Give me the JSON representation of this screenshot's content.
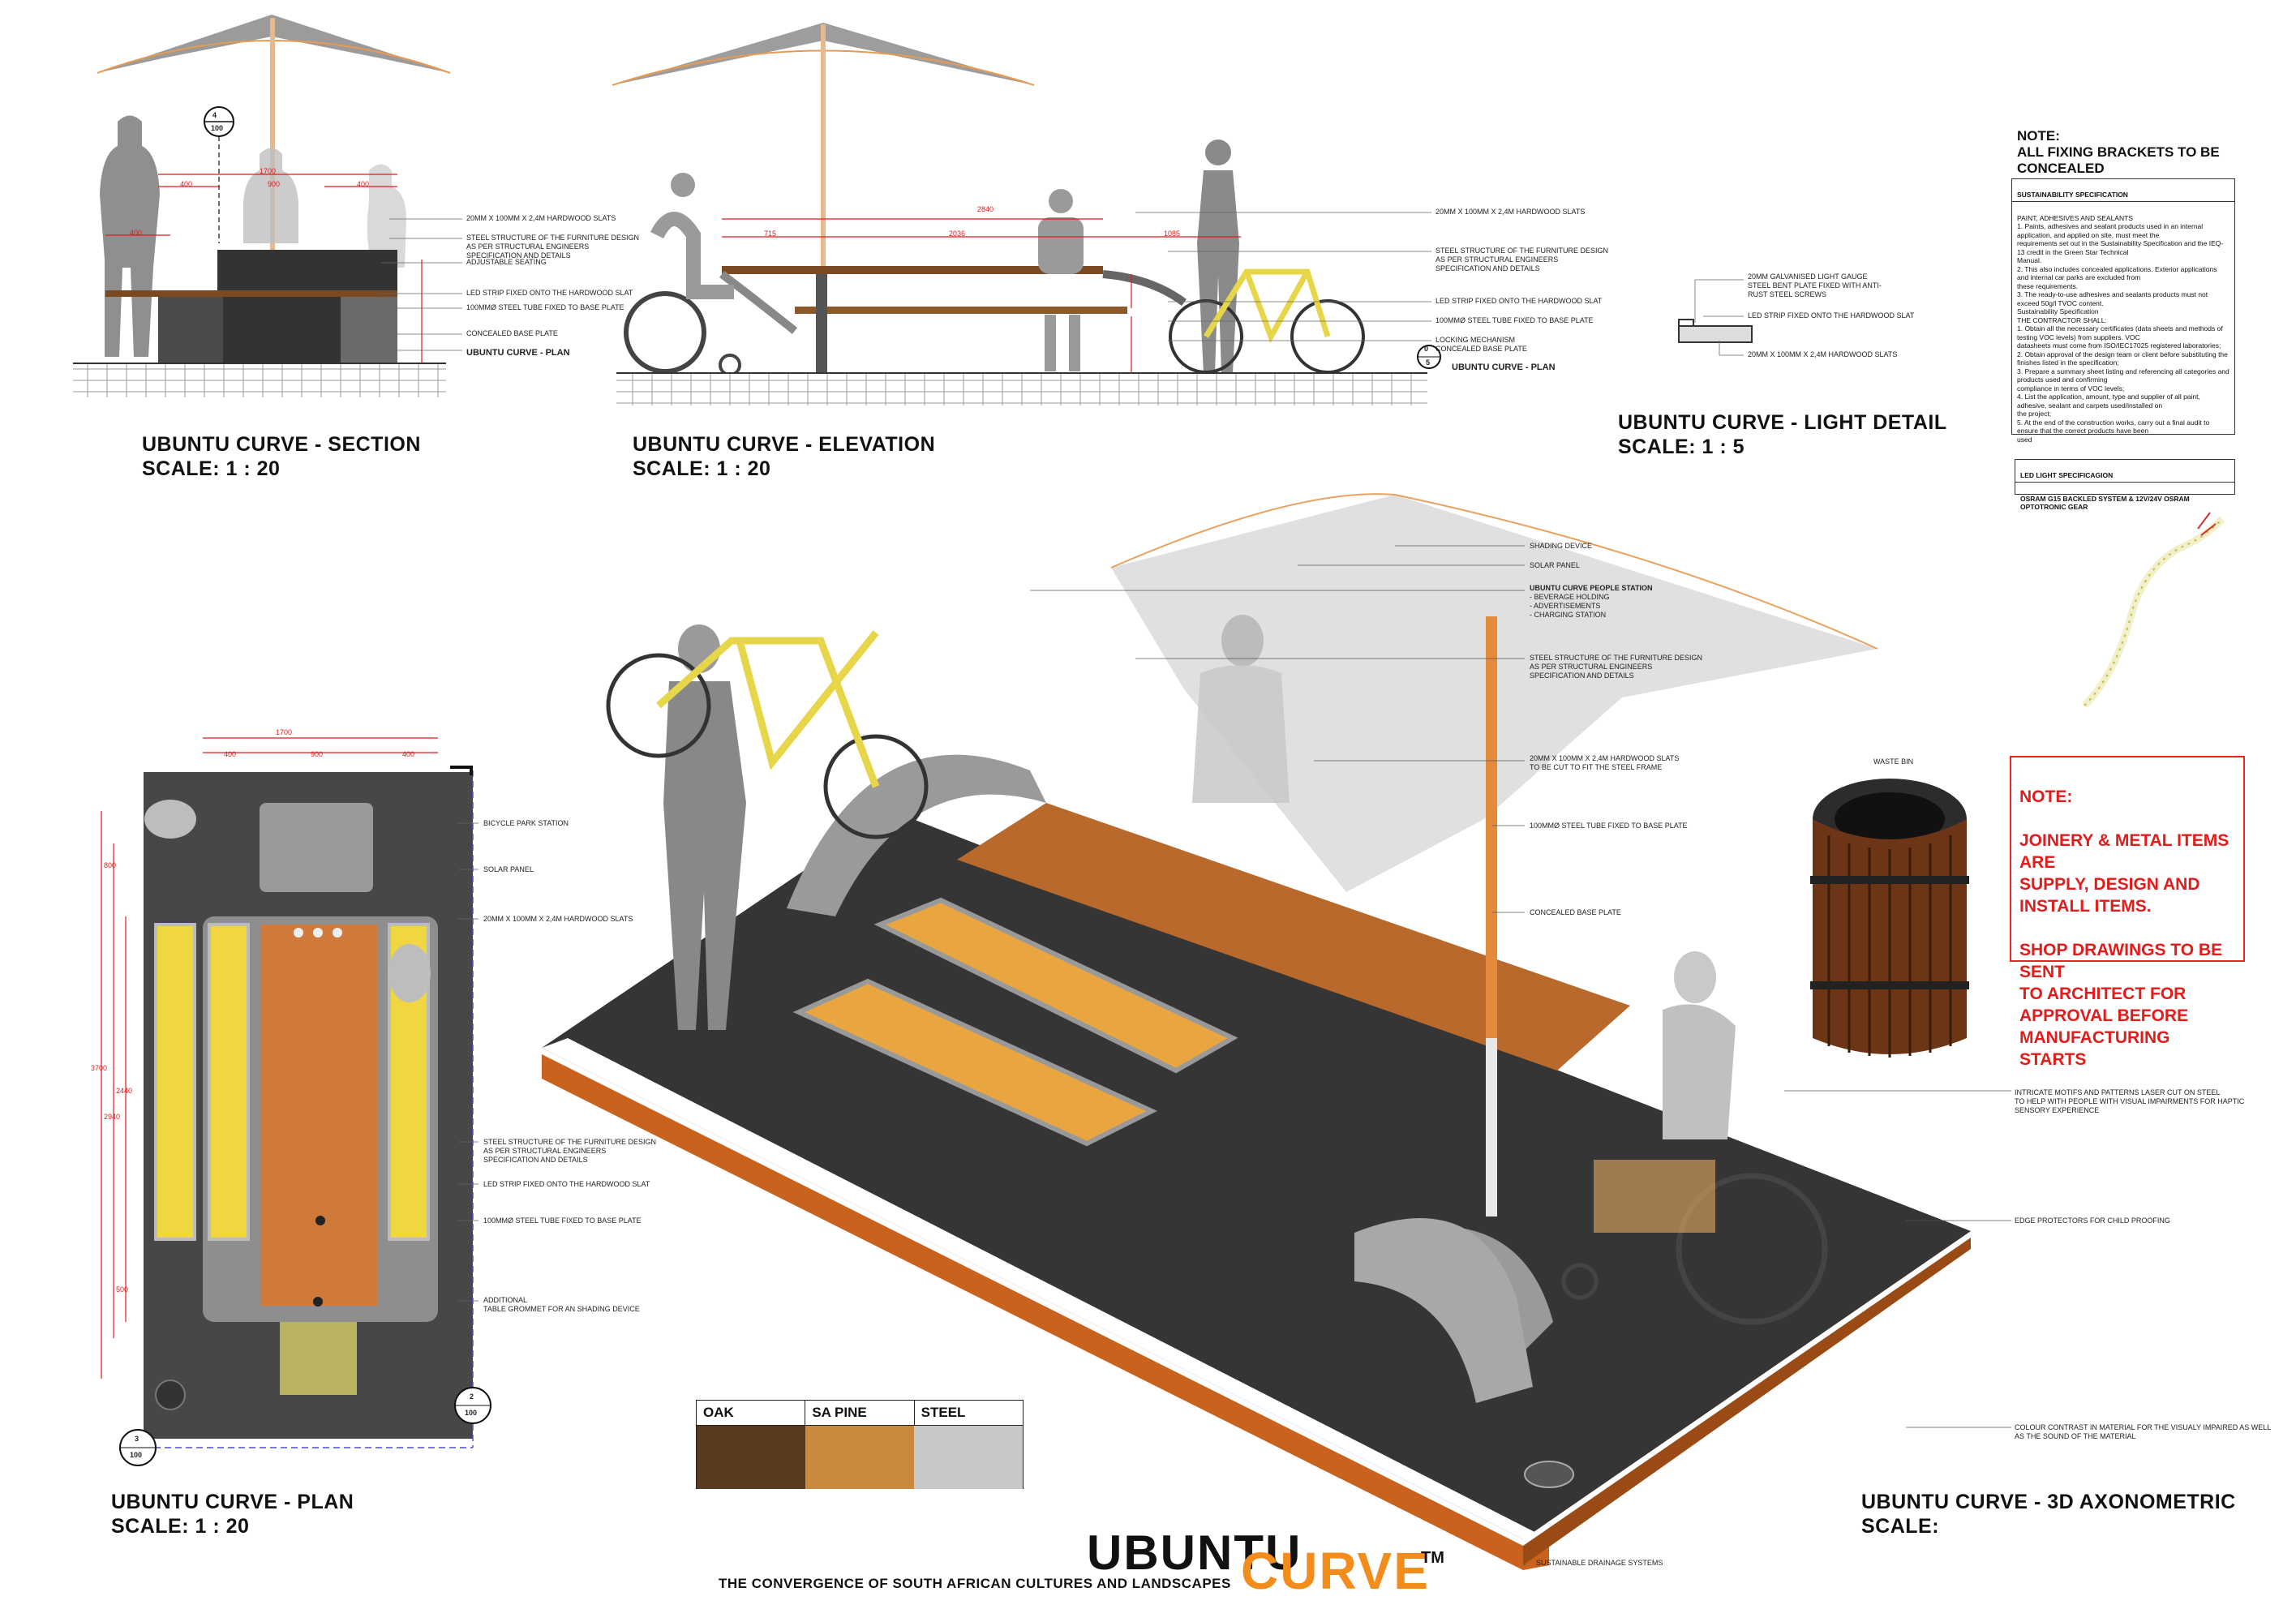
{
  "views": {
    "section": {
      "title": "UBUNTU CURVE - SECTION",
      "scale": "SCALE:  1 : 20"
    },
    "elevation": {
      "title": "UBUNTU CURVE - ELEVATION",
      "scale": "SCALE:  1 : 20"
    },
    "light_detail": {
      "title": "UBUNTU CURVE - LIGHT DETAIL",
      "scale": "SCALE:  1 : 5"
    },
    "plan": {
      "title": "UBUNTU CURVE - PLAN",
      "scale": "SCALE:  1 : 20"
    },
    "axonometric": {
      "title": "UBUNTU CURVE - 3D AXONOMETRIC",
      "scale": "SCALE:"
    }
  },
  "section_labels": {
    "l1": "20MM X 100MM X 2,4M HARDWOOD SLATS",
    "l2": "STEEL STRUCTURE OF THE FURNITURE DESIGN\nAS PER STRUCTURAL ENGINEERS\nSPECIFICATION AND DETAILS",
    "l3": "ADJUSTABLE SEATING",
    "l4": "LED STRIP FIXED ONTO THE HARDWOOD SLAT",
    "l5": "100MMØ STEEL TUBE FIXED TO BASE PLATE",
    "l6": "CONCEALED BASE PLATE",
    "ref": "UBUNTU CURVE - PLAN",
    "marker_top": "4",
    "marker_bottom": "100",
    "dim1": "1700",
    "dim2": "400",
    "dim3": "900",
    "dim4": "400",
    "dim5": "400"
  },
  "elevation_labels": {
    "l1": "20MM X 100MM X 2,4M HARDWOOD SLATS",
    "l2": "STEEL STRUCTURE OF THE FURNITURE DESIGN\nAS PER STRUCTURAL ENGINEERS\nSPECIFICATION AND DETAILS",
    "l3": "LED STRIP FIXED ONTO THE HARDWOOD SLAT",
    "l4": "100MMØ STEEL TUBE FIXED TO BASE PLATE",
    "l5": "LOCKING MECHANISM\nCONCEALED BASE PLATE",
    "ref": "UBUNTU CURVE - PLAN",
    "marker_top": "0",
    "marker_bottom": "5",
    "dim_total": "2840",
    "dim_a": "715",
    "dim_b": "2036",
    "dim_c": "1085"
  },
  "light_labels": {
    "l1": "20MM GALVANISED LIGHT GAUGE\nSTEEL BENT PLATE FIXED WITH ANTI-\nRUST STEEL SCREWS",
    "l2": "LED STRIP FIXED ONTO THE HARDWOOD SLAT",
    "l3": "20MM X 100MM X 2,4M HARDWOOD SLATS"
  },
  "note_top": {
    "title": "NOTE:",
    "body": "ALL FIXING BRACKETS TO BE CONCEALED"
  },
  "sustainability": {
    "header": "SUSTAINABILITY SPECIFICATION",
    "body": "PAINT, ADHESIVES AND SEALANTS\n1. Paints, adhesives and sealant products used in an internal application, and applied on site, must meet the\nrequirements set out in the Sustainability Specification and the IEQ-13 credit in the Green Star Technical\nManual.\n2. This also includes concealed applications. Exterior applications and internal car parks are excluded from\nthese requirements.\n3. The ready-to-use adhesives and sealants products must not exceed 50g/l TVOC content.\nSustainability Specification\nTHE CONTRACTOR SHALL:\n1. Obtain all the necessary certificates (data sheets and methods of testing VOC levels) from suppliers. VOC\ndatasheets must come from ISO/IEC17025 registered laboratories;\n2. Obtain approval of the design team or client before substituting the finishes listed in the specification;\n3. Prepare a summary sheet listing and referencing all categories and products used and confirming\ncompliance in terms of VOC levels;\n4. List the application, amount, type and supplier of all paint, adhesive, sealant and carpets used/installed on\nthe project;\n5. At the end of the construction works, carry out a final audit to ensure that the correct products have been\nused"
  },
  "led_spec": {
    "header": "LED LIGHT SPECIFICAGION",
    "body": "OSRAM G15 BACKLED SYSTEM & 12V/24V OSRAM OPTOTRONIC GEAR"
  },
  "note_red": {
    "title": "NOTE:",
    "body": "JOINERY & METAL ITEMS ARE\nSUPPLY, DESIGN AND\nINSTALL ITEMS.\n\nSHOP DRAWINGS TO BE SENT\nTO ARCHITECT FOR\nAPPROVAL BEFORE\nMANUFACTURING STARTS"
  },
  "waste_bin": "WASTE BIN",
  "plan_labels": {
    "l1": "BICYCLE PARK STATION",
    "l2": "SOLAR PANEL",
    "l3": "20MM X 100MM X 2,4M HARDWOOD SLATS",
    "l4": "STEEL STRUCTURE OF THE FURNITURE DESIGN\nAS PER STRUCTURAL ENGINEERS\nSPECIFICATION AND DETAILS",
    "l5": "LED STRIP FIXED ONTO THE HARDWOOD SLAT",
    "l6": "100MMØ STEEL TUBE FIXED TO BASE PLATE",
    "l7": "ADDITIONAL\nTABLE GROMMET FOR AN SHADING DEVICE",
    "dim_top": "1700",
    "dim_a": "400",
    "dim_b": "900",
    "dim_c": "400",
    "dim_v1": "3700",
    "dim_v2": "2940",
    "dim_v3": "2440",
    "dim_v4": "800",
    "dim_v5": "500",
    "marker_left_top": "3",
    "marker_left_bottom": "100",
    "marker_right_top": "2",
    "marker_right_bottom": "100"
  },
  "axo_labels": {
    "l1": "SHADING DEVICE",
    "l2": "SOLAR PANEL",
    "l3_title": "UBUNTU CURVE PEOPLE STATION",
    "l3_body": "- BEVERAGE HOLDING\n- ADVERTISEMENTS\n- CHARGING STATION",
    "l4": "STEEL STRUCTURE OF THE FURNITURE DESIGN\nAS PER STRUCTURAL ENGINEERS\nSPECIFICATION AND DETAILS",
    "l5": "20MM X 100MM X 2,4M HARDWOOD SLATS\nTO BE CUT TO FIT THE STEEL FRAME",
    "l6": "100MMØ STEEL TUBE FIXED TO BASE PLATE",
    "l7": "CONCEALED BASE PLATE",
    "l8": "INTRICATE MOTIFS AND PATTERNS LASER CUT ON STEEL\nTO HELP WITH PEOPLE WITH VISUAL IMPAIRMENTS FOR HAPTIC\nSENSORY EXPERIENCE",
    "l9": "EDGE PROTECTORS FOR CHILD PROOFING",
    "l10": "COLOUR CONTRAST IN MATERIAL FOR THE VISUALY IMPAIRED AS WELL\nAS THE SOUND OF THE MATERIAL",
    "l11": "SUSTAINABLE DRAINAGE SYSTEMS"
  },
  "materials": [
    {
      "name": "OAK",
      "color": "#5a3a1e"
    },
    {
      "name": "SA PINE",
      "color": "#c98a3f"
    },
    {
      "name": "STEEL",
      "color": "#c8c8c8"
    }
  ],
  "brand": {
    "word1": "UBUNTU",
    "word2": "CURVE",
    "tm": "TM",
    "tagline": "THE CONVERGENCE OF SOUTH AFRICAN CULTURES AND LANDSCAPES"
  }
}
